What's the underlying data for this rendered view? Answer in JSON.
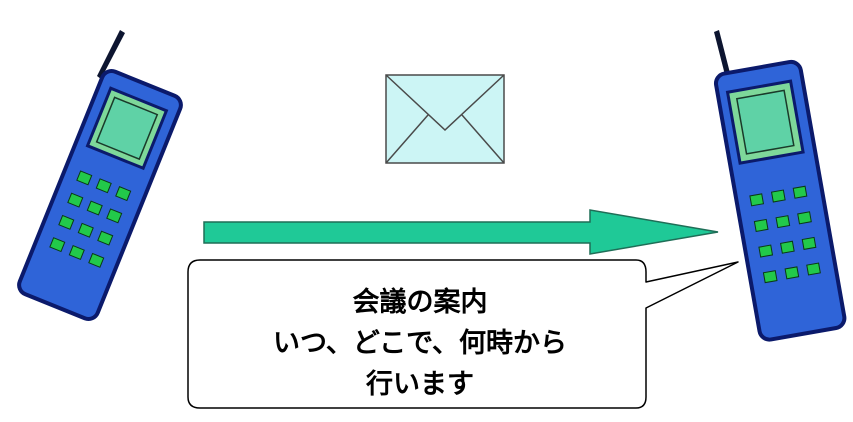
{
  "message": {
    "lines": [
      "会議の案内",
      "いつ、どこで、何時から",
      "行います"
    ]
  },
  "icons": {
    "sender_phone": "mobile-phone-icon",
    "receiver_phone": "mobile-phone-icon",
    "envelope": "envelope-icon",
    "arrow": "right-arrow"
  },
  "colors": {
    "phone_body": "#2f64d8",
    "phone_outline": "#0b1a6b",
    "screen": "#66d49a",
    "keys": "#22c94a",
    "envelope_fill": "#ccf5f5",
    "arrow_fill": "#1fc997",
    "arrow_outline": "#1f6e57"
  }
}
